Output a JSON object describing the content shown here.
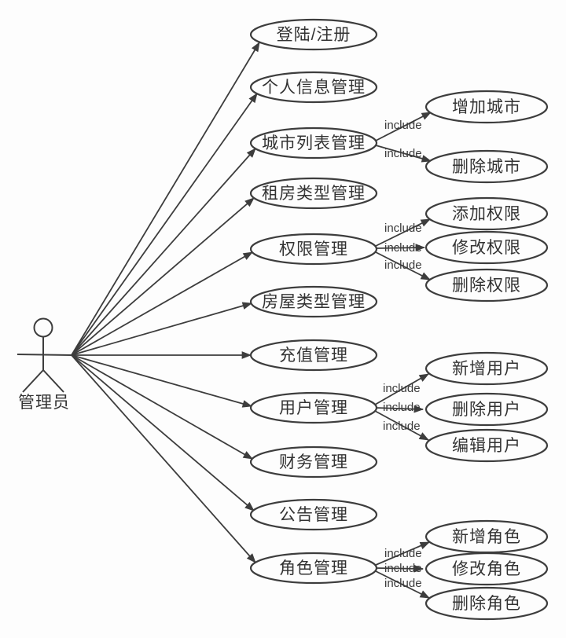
{
  "actor": {
    "label": "管理员"
  },
  "include_label": "include",
  "use_cases": {
    "primary": [
      "登陆/注册",
      "个人信息管理",
      "城市列表管理",
      "租房类型管理",
      "权限管理",
      "房屋类型管理",
      "充值管理",
      "用户管理",
      "财务管理",
      "公告管理",
      "角色管理"
    ],
    "city_includes": [
      "增加城市",
      "删除城市"
    ],
    "permission_includes": [
      "添加权限",
      "修改权限",
      "删除权限"
    ],
    "user_includes": [
      "新增用户",
      "删除用户",
      "编辑用户"
    ],
    "role_includes": [
      "新增角色",
      "修改角色",
      "删除角色"
    ]
  },
  "colors": {
    "line": "#3d3d3d",
    "text": "#333333",
    "background": "#fdfdfd"
  }
}
